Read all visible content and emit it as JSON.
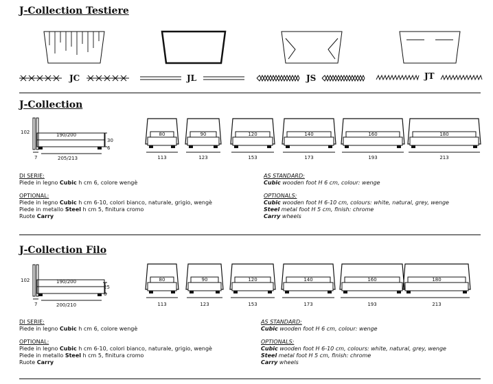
{
  "testiere": {
    "title": "J-Collection Testiere",
    "codes": [
      "JC",
      "JL",
      "JS",
      "JT"
    ]
  },
  "jcollection": {
    "title": "J-Collection",
    "side": {
      "height": "102",
      "mattress": "190/200",
      "h1": "30",
      "h2": "6",
      "leg": "7",
      "length": "205/213"
    },
    "sizes": [
      {
        "label": "80",
        "width": "113"
      },
      {
        "label": "90",
        "width": "123"
      },
      {
        "label": "120",
        "width": "153"
      },
      {
        "label": "140",
        "width": "173"
      },
      {
        "label": "160",
        "width": "193"
      },
      {
        "label": "180",
        "width": "213"
      }
    ],
    "it": {
      "serie_title": "DI SERIE:",
      "serie_pre": "Piede in legno ",
      "serie_bold": "Cubic",
      "serie_post": " h cm 6, colore wengè",
      "opt_title": "OPTIONAL:",
      "opt1_pre": "Piede in legno ",
      "opt1_bold": "Cubic",
      "opt1_post": " h cm 6-10, colori bianco, naturale, grigio, wengè",
      "opt2_pre": "Piede in metallo ",
      "opt2_bold": "Steel",
      "opt2_post": " h cm 5, finitura cromo",
      "opt3_pre": "Ruote ",
      "opt3_bold": "Carry"
    },
    "en": {
      "std_title": "AS STANDARD:",
      "std_bold": "Cubic",
      "std_post": " wooden foot H 6 cm, colour: wenge",
      "opt_title": "OPTIONALS:",
      "opt1_bold": "Cubic",
      "opt1_post": " wooden foot H 6-10 cm, colours: white, natural, grey, wenge",
      "opt2_bold": "Steel",
      "opt2_post": " metal foot H 5 cm, finish: chrome",
      "opt3_bold": "Carry",
      "opt3_post": " wheels"
    }
  },
  "filo": {
    "title": "J-Collection Filo",
    "side": {
      "height": "102",
      "mattress": "190/200",
      "h1": "25",
      "h2": "6",
      "leg": "7",
      "length": "200/210"
    },
    "sizes": [
      {
        "label": "80",
        "width": "113"
      },
      {
        "label": "90",
        "width": "123"
      },
      {
        "label": "120",
        "width": "153"
      },
      {
        "label": "140",
        "width": "173"
      },
      {
        "label": "160",
        "width": "193"
      },
      {
        "label": "180",
        "width": "213"
      }
    ],
    "it": {
      "serie_title": "DI SERIE:",
      "serie_pre": "Piede in legno ",
      "serie_bold": "Cubic",
      "serie_post": " h cm 6, colore wengè",
      "opt_title": "OPTIONAL:",
      "opt1_pre": "Piede in legno ",
      "opt1_bold": "Cubic",
      "opt1_post": " h cm 6-10, colori bianco, naturale, grigio, wengè",
      "opt2_pre": "Piede in metallo ",
      "opt2_bold": "Steel",
      "opt2_post": " h cm 5, finitura cromo",
      "opt3_pre": "Ruote ",
      "opt3_bold": "Carry"
    },
    "en": {
      "std_title": "AS STANDARD:",
      "std_bold": "Cubic",
      "std_post": " wooden foot H 6 cm, colour: wenge",
      "opt_title": "OPTIONALS:",
      "opt1_bold": "Cubic",
      "opt1_post": " wooden foot H 6-10 cm, colours: white, natural, grey, wenge",
      "opt2_bold": "Steel",
      "opt2_post": " metal foot H 5 cm, finish: chrome",
      "opt3_bold": "Carry",
      "opt3_post": " wheels"
    }
  }
}
